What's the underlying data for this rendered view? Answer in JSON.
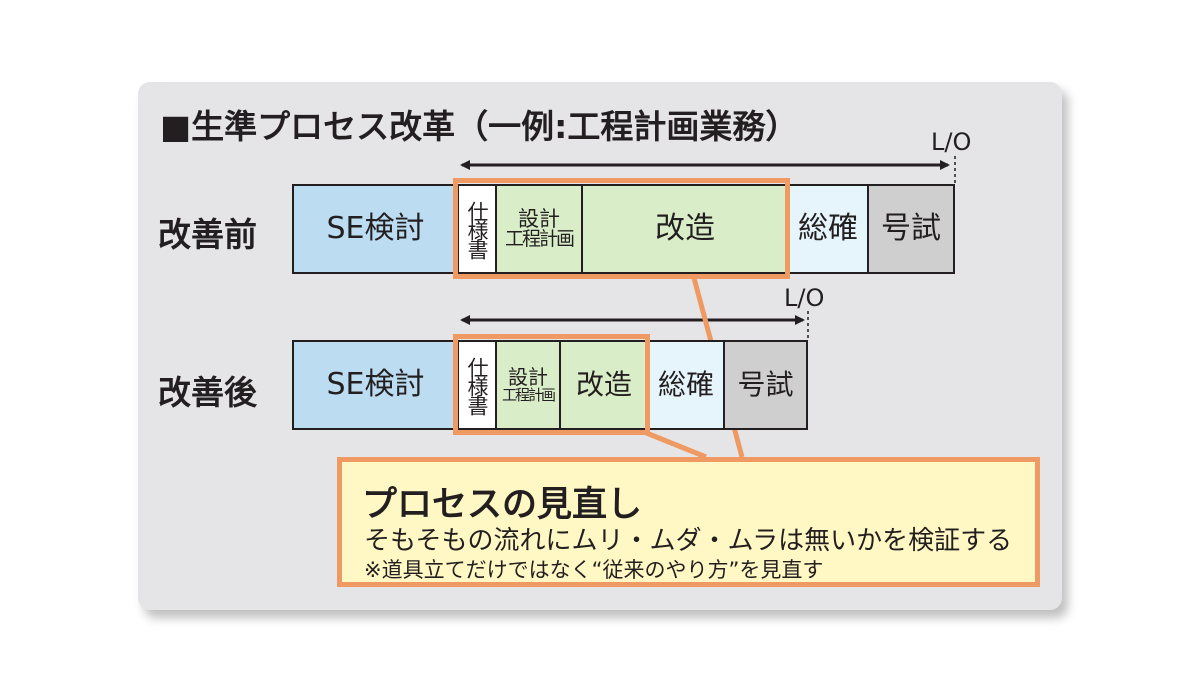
{
  "title": "■生準プロセス改革（一例:工程計画業務）",
  "rows": {
    "before": {
      "label": "改善前",
      "lo_label": "L/O",
      "segments": {
        "se": "SE検討",
        "spec": "仕様書",
        "design_l1": "設計",
        "design_l2": "工程計画",
        "modify": "改造",
        "overall": "総確",
        "trial": "号試"
      }
    },
    "after": {
      "label": "改善後",
      "lo_label": "L/O",
      "segments": {
        "se": "SE検討",
        "spec": "仕様書",
        "design_l1": "設計",
        "design_l2": "工程計画",
        "modify": "改造",
        "overall": "総確",
        "trial": "号試"
      }
    }
  },
  "callout": {
    "heading": "プロセスの見直し",
    "line1": "そもそもの流れにムリ・ムダ・ムラは無いかを検証する",
    "line2": "※道具立てだけではなく“従来のやり方”を見直す"
  },
  "colors": {
    "highlight": "#ee9a62",
    "callout_bg": "#fff8c4",
    "se_blue": "#bcdcf2",
    "green": "#d9eec8",
    "light_blue": "#e6f4fb",
    "gray": "#cfcfcf"
  }
}
